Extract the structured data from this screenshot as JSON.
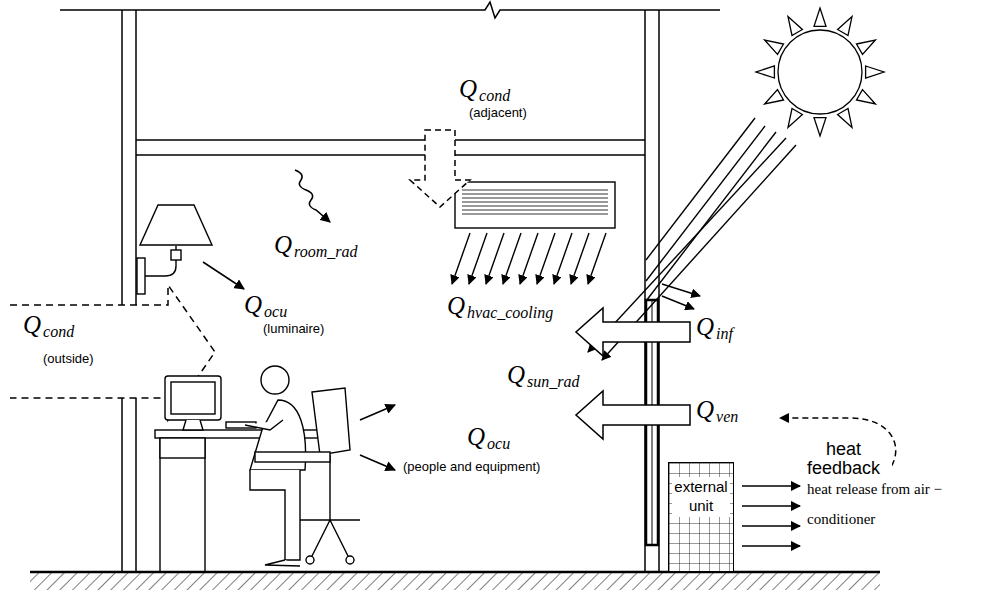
{
  "diagram": {
    "nodes": [
      {
        "text": [
          "external unit"
        ]
      }
    ],
    "labels": [
      "Q",
      "cond",
      "(adjacent)",
      "Q",
      "room_rad",
      "Q",
      "ocu",
      "(luminaire)",
      "Q",
      "cond",
      "(outside)",
      "Q",
      "hvac_cooling",
      "Q",
      "sun_rad",
      "Q",
      "inf",
      "Q",
      "ven",
      "heat feedback",
      "Q",
      "ocu",
      "(people and equipment)",
      "heat release from air − conditioner"
    ]
  }
}
